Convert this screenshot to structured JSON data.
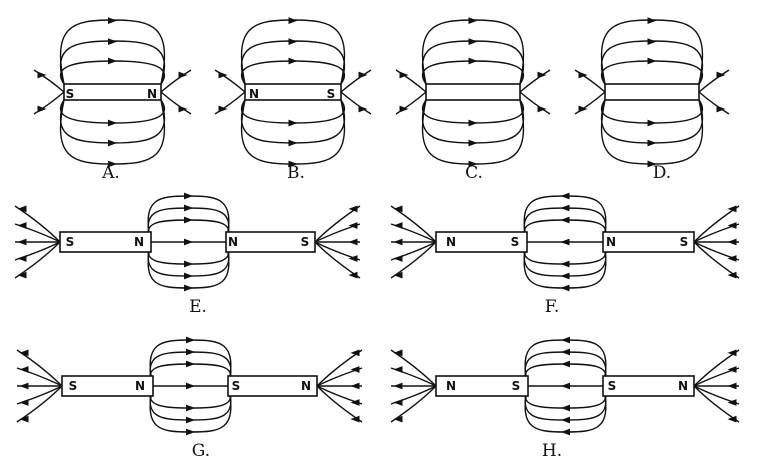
{
  "figure": {
    "panels": [
      {
        "label": "A.",
        "left_pole": "S",
        "right_pole": "N"
      },
      {
        "label": "B.",
        "left_pole": "N",
        "right_pole": "S"
      },
      {
        "label": "C.",
        "left_pole": "",
        "right_pole": ""
      },
      {
        "label": "D.",
        "left_pole": "",
        "right_pole": ""
      },
      {
        "label": "E.",
        "magnet1": [
          "S",
          "N"
        ],
        "magnet2": [
          "N",
          "S"
        ]
      },
      {
        "label": "F.",
        "magnet1": [
          "N",
          "S"
        ],
        "magnet2": [
          "N",
          "S"
        ]
      },
      {
        "label": "G.",
        "magnet1": [
          "S",
          "N"
        ],
        "magnet2": [
          "S",
          "N"
        ]
      },
      {
        "label": "H.",
        "magnet1": [
          "N",
          "S"
        ],
        "magnet2": [
          "S",
          "N"
        ]
      }
    ]
  },
  "colors": {
    "ink": "#111111",
    "background": "#ffffff"
  }
}
